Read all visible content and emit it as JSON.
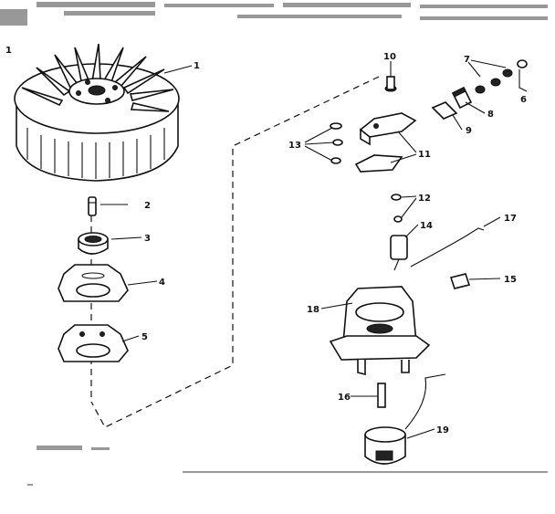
{
  "diagram": {
    "corner_mark": "1",
    "callouts": [
      {
        "id": "c1",
        "text": "1"
      },
      {
        "id": "c2",
        "text": "2"
      },
      {
        "id": "c3",
        "text": "3"
      },
      {
        "id": "c4",
        "text": "4"
      },
      {
        "id": "c5",
        "text": "5"
      },
      {
        "id": "c6",
        "text": "6"
      },
      {
        "id": "c7",
        "text": "7"
      },
      {
        "id": "c8",
        "text": "8"
      },
      {
        "id": "c9",
        "text": "9"
      },
      {
        "id": "c10",
        "text": "10"
      },
      {
        "id": "c11",
        "text": "11"
      },
      {
        "id": "c12",
        "text": "12"
      },
      {
        "id": "c13",
        "text": "13"
      },
      {
        "id": "c14",
        "text": "14"
      },
      {
        "id": "c15",
        "text": "15"
      },
      {
        "id": "c16",
        "text": "16"
      },
      {
        "id": "c17",
        "text": "17"
      },
      {
        "id": "c18",
        "text": "18"
      },
      {
        "id": "c19",
        "text": "19"
      }
    ]
  }
}
